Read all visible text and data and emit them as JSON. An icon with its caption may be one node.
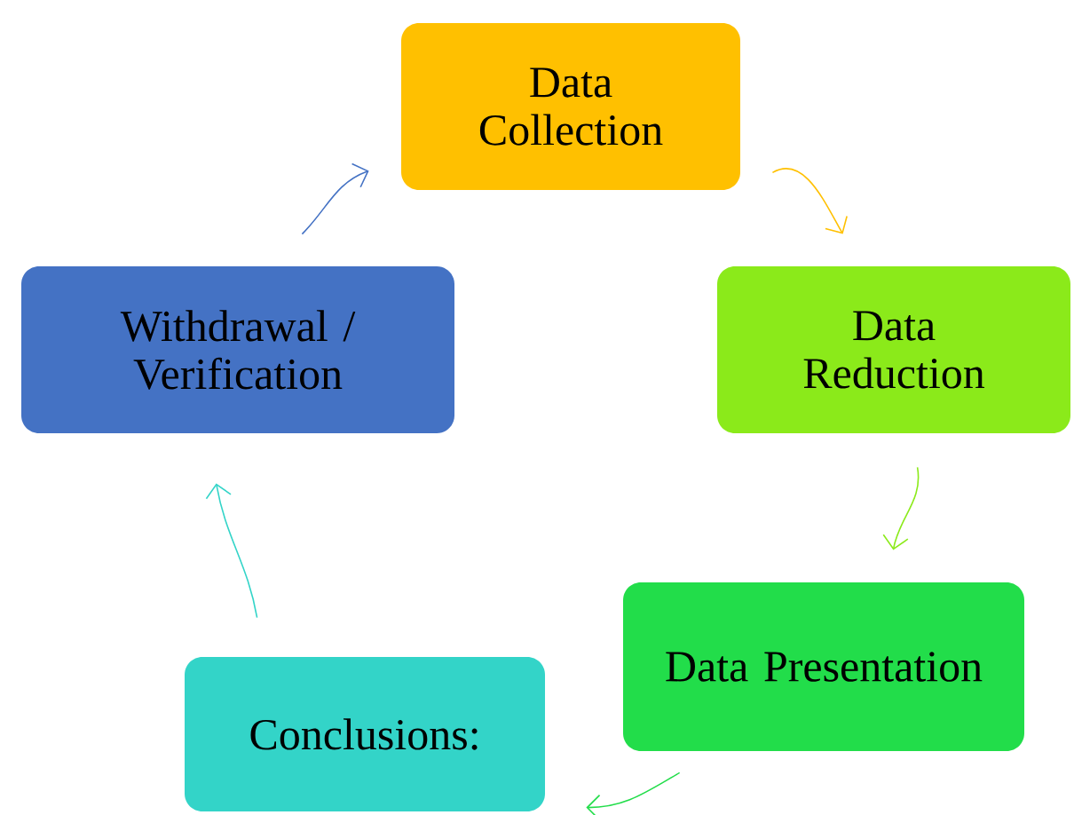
{
  "diagram": {
    "nodes": [
      {
        "text": [
          "Data Collection"
        ]
      },
      {
        "text": [
          "Data Reduction"
        ]
      },
      {
        "text": [
          "Data Presentation"
        ]
      },
      {
        "text": [
          "Conclusions:"
        ]
      },
      {
        "text": [
          "Withdrawal / Verification"
        ]
      }
    ],
    "edges": [
      {
        "from": 0,
        "to": 1,
        "arrow": "to",
        "color": "#ffc000"
      },
      {
        "from": 1,
        "to": 2,
        "arrow": "to",
        "color": "#8bea1a"
      },
      {
        "from": 2,
        "to": 3,
        "arrow": "to",
        "color": "#22dd4a"
      },
      {
        "from": 3,
        "to": 4,
        "arrow": "to",
        "color": "#33d4c8"
      },
      {
        "from": 4,
        "to": 0,
        "arrow": "to",
        "color": "#4472c4"
      }
    ]
  }
}
